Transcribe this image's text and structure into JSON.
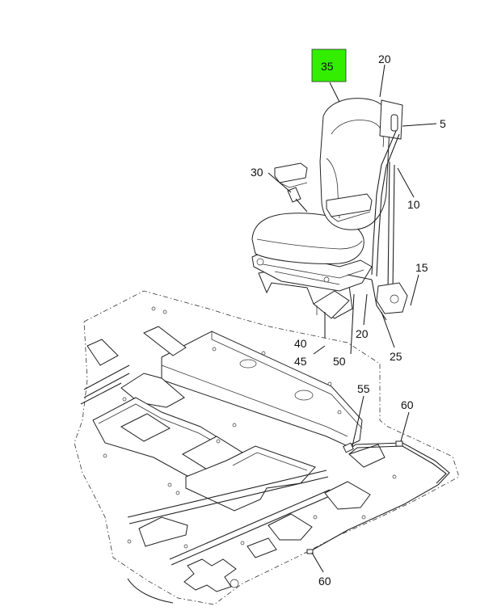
{
  "callouts": [
    {
      "id": "35",
      "label": "35",
      "highlight": true
    },
    {
      "id": "20a",
      "label": "20"
    },
    {
      "id": "5",
      "label": "5"
    },
    {
      "id": "30",
      "label": "30"
    },
    {
      "id": "10",
      "label": "10"
    },
    {
      "id": "15",
      "label": "15"
    },
    {
      "id": "40",
      "label": "40"
    },
    {
      "id": "45",
      "label": "45"
    },
    {
      "id": "20b",
      "label": "20"
    },
    {
      "id": "50",
      "label": "50"
    },
    {
      "id": "25",
      "label": "25"
    },
    {
      "id": "55",
      "label": "55"
    },
    {
      "id": "60a",
      "label": "60"
    },
    {
      "id": "60b",
      "label": "60"
    }
  ],
  "colors": {
    "highlight": "#33ee00",
    "ink": "#222222",
    "background": "#ffffff"
  }
}
